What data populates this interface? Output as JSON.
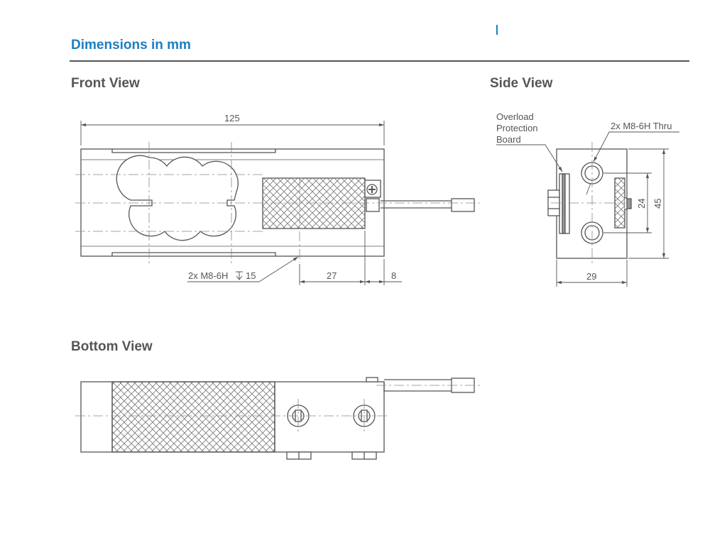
{
  "header": {
    "title": "Dimensions in mm",
    "accent_color": "#1a7fc1",
    "cursor_color": "#1a7fc1"
  },
  "views": {
    "front": {
      "title": "Front View",
      "dim_length": "125",
      "dim_a": "27",
      "dim_b": "8",
      "thread_label": "2x M8-6H",
      "thread_depth": "15",
      "depth_symbol": "depth-icon"
    },
    "side": {
      "title": "Side View",
      "overload_label_1": "Overload",
      "overload_label_2": "Protection",
      "overload_label_3": "Board",
      "thread_label": "2x M8-6H Thru",
      "dim_width": "29",
      "dim_hole_spacing": "24",
      "dim_height": "45"
    },
    "bottom": {
      "title": "Bottom View"
    }
  },
  "colors": {
    "line": "#555555",
    "centerline": "#888888",
    "fill": "#ffffff"
  }
}
